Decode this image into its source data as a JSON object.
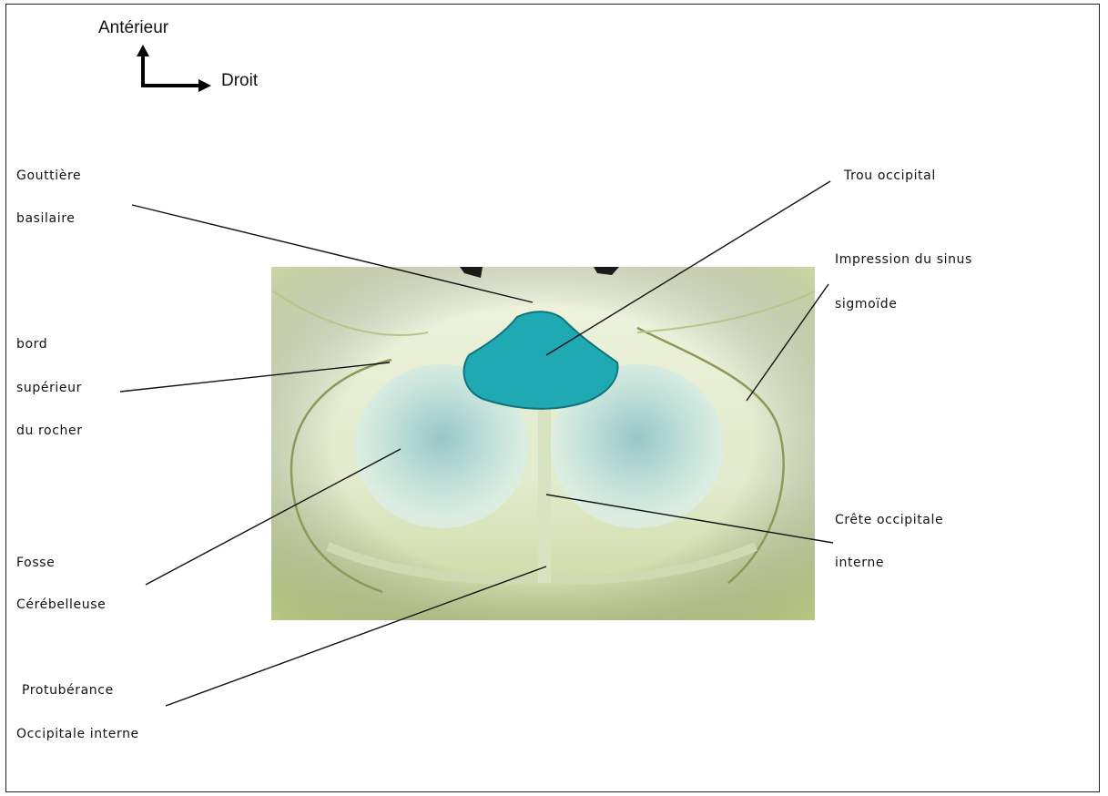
{
  "orientation": {
    "anterior": "Antérieur",
    "right": "Droit"
  },
  "labels": {
    "gouttiere_line1": "Gouttière",
    "gouttiere_line2": "basilaire",
    "trou_occipital": "Trou occipital",
    "impression_line1": "Impression  du sinus",
    "impression_line2": "sigmoïde",
    "bord_line1": "bord",
    "bord_line2": "supérieur",
    "bord_line3": "du rocher",
    "crete_line1": "Crête occipitale",
    "crete_line2": "interne",
    "fosse_line1": "Fosse",
    "fosse_line2": "Cérébelleuse",
    "protuberance_line1": "Protubérance",
    "protuberance_line2": "Occipitale interne"
  },
  "colors": {
    "foramen": "#1fa9b3",
    "bone": "#e4ebcf",
    "fossa": "#b4d8d2",
    "frame": "#222222"
  }
}
